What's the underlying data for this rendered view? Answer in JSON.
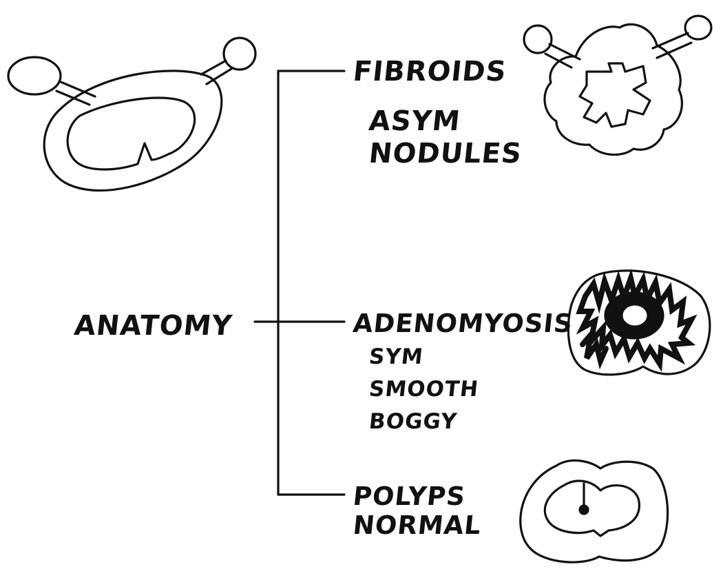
{
  "root": {
    "label": "ANATOMY"
  },
  "branches": [
    {
      "id": "fibroids",
      "title": "FIBROIDS",
      "notes": [
        "ASYM",
        "NODULES"
      ],
      "illustration": "fibroid-uterus-icon"
    },
    {
      "id": "adenomyosis",
      "title": "ADENOMYOSIS",
      "notes": [
        "SYM",
        "SMOOTH",
        "BOGGY"
      ],
      "illustration": "adenomyosis-uterus-icon"
    },
    {
      "id": "polyps",
      "title": "POLYPS",
      "notes": [
        "NORMAL"
      ],
      "illustration": "polyp-uterus-icon"
    }
  ],
  "illustrations": {
    "top_left": "normal-uterus-with-ovaries-icon"
  },
  "colors": {
    "ink": "#111111",
    "background": "#ffffff"
  }
}
